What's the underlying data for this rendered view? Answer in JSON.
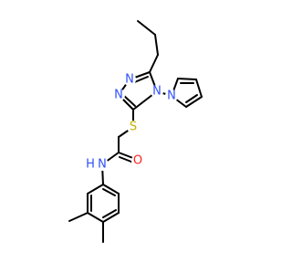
{
  "molecule": {
    "atom_color": "#3050f8",
    "sulfur_color": "#c6b100",
    "oxygen_color": "#ff2020",
    "labels": {
      "n1": "N",
      "n2": "N",
      "n4": "N",
      "n_pyrrole": "N",
      "s": "S",
      "o": "O",
      "nh": "N",
      "h": "H"
    }
  }
}
